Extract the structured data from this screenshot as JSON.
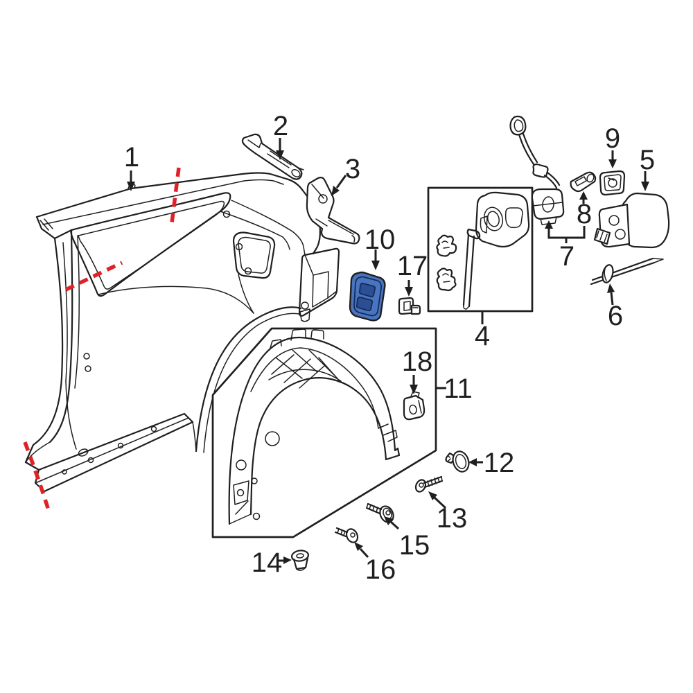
{
  "diagram": {
    "type": "auto-parts-exploded-diagram",
    "subject": "quarter-panel-and-components",
    "background": "#ffffff",
    "colors": {
      "line": "#1f1f21",
      "dash": "#e02228",
      "highlight_face": "#4a74bd",
      "highlight_side": "#2c4f93",
      "highlight_edge": "#122c5e"
    },
    "highlighted_callout": "10",
    "callouts": [
      {
        "id": "1",
        "label": "1"
      },
      {
        "id": "2",
        "label": "2"
      },
      {
        "id": "3",
        "label": "3"
      },
      {
        "id": "4",
        "label": "4"
      },
      {
        "id": "5",
        "label": "5"
      },
      {
        "id": "6",
        "label": "6"
      },
      {
        "id": "7",
        "label": "7"
      },
      {
        "id": "8",
        "label": "8"
      },
      {
        "id": "9",
        "label": "9"
      },
      {
        "id": "10",
        "label": "10"
      },
      {
        "id": "11",
        "label": "11"
      },
      {
        "id": "12",
        "label": "12"
      },
      {
        "id": "13",
        "label": "13"
      },
      {
        "id": "14",
        "label": "14"
      },
      {
        "id": "15",
        "label": "15"
      },
      {
        "id": "16",
        "label": "16"
      },
      {
        "id": "17",
        "label": "17"
      },
      {
        "id": "18",
        "label": "18"
      }
    ]
  }
}
